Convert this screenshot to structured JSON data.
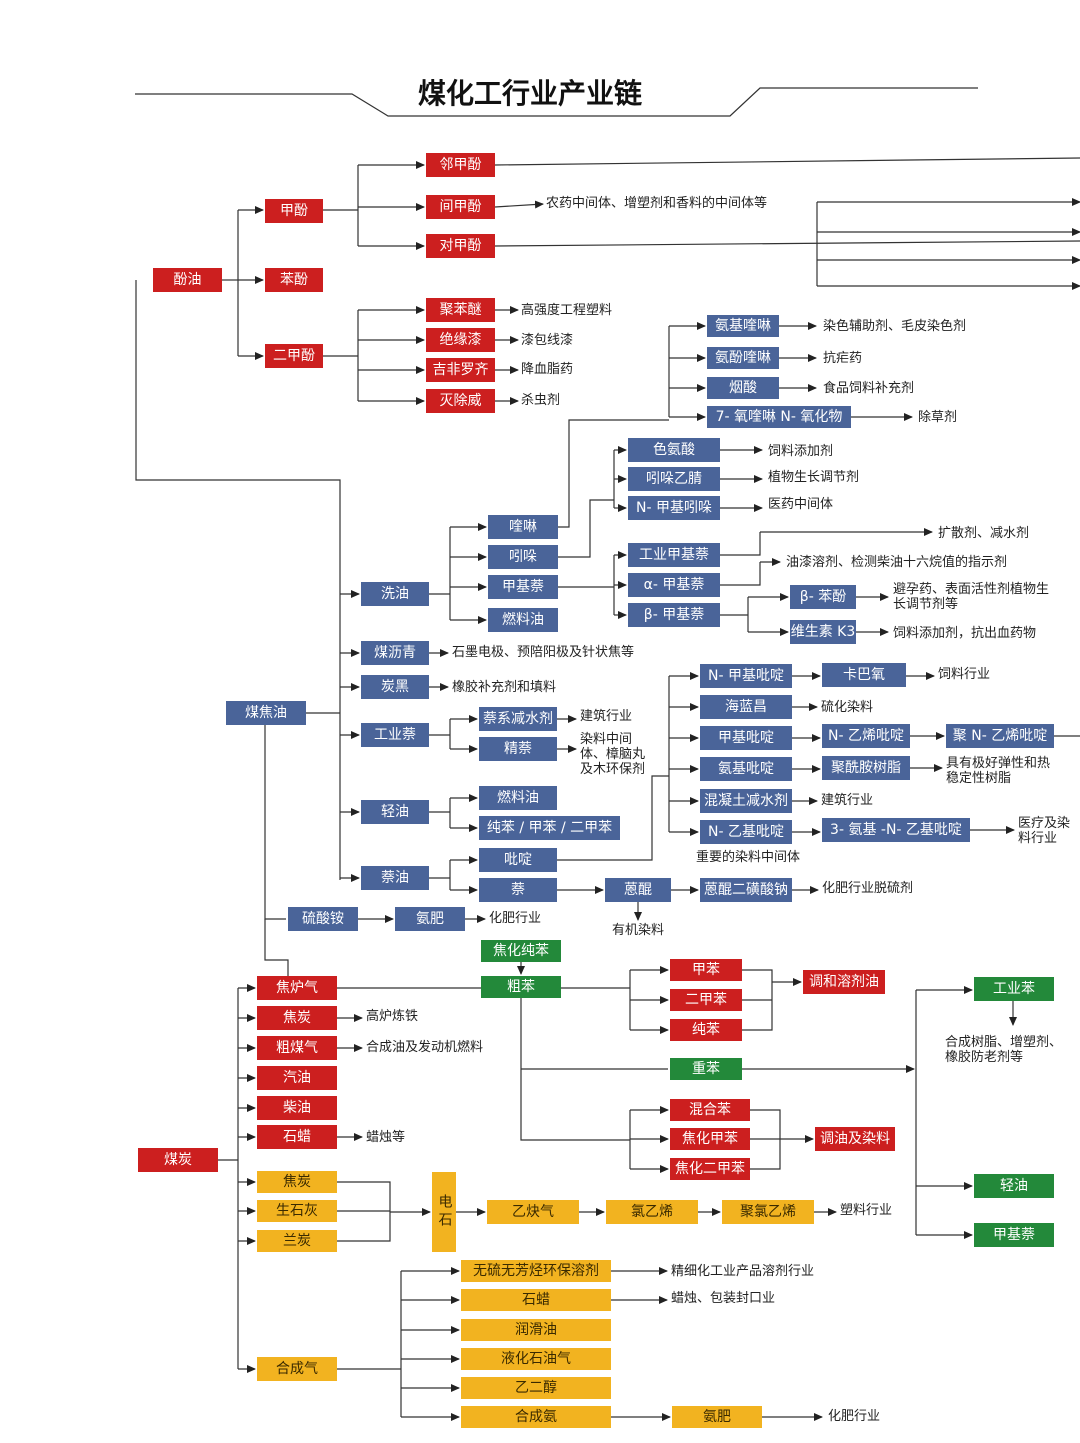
{
  "title": "煤化工行业产业链",
  "palette": {
    "red": "#cc1f1f",
    "blue": "#4a6499",
    "green": "#23893a",
    "yellow": "#f2b320"
  },
  "nodes": {
    "fenyou": "酚油",
    "jiafen": "甲酚",
    "benfen": "苯酚",
    "erjiafen": "二甲酚",
    "linjiafen": "邻甲酚",
    "jianjiafen": "间甲酚",
    "duijiafen": "对甲酚",
    "jubenmi": "聚苯醚",
    "jueyuanqi": "绝缘漆",
    "jifeiluoqi": "吉非罗齐",
    "miechuwei": "灭除威",
    "anjizuolin": "氨基喹啉",
    "anfenzuolin": "氨酚喹啉",
    "yansuan": "烟酸",
    "yangzuolin": "7- 氧喹啉 N- 氧化物",
    "seansuan": "色氨酸",
    "yinduoyijing": "吲哚乙腈",
    "njiyinduo": "N- 甲基吲哚",
    "zuolin": "喹啉",
    "yinduo": "吲哚",
    "jijinai": "甲基萘",
    "ranliaoyou": "燃料油",
    "gongyejijinai": "工业甲基萘",
    "alphajinai": "α- 甲基萘",
    "betajinai": "β- 甲基萘",
    "betanaifen": "β- 苯酚",
    "weishengsu": "维生素 K3",
    "xiyou": "洗油",
    "meiliqing": "煤沥青",
    "tanhei": "炭黑",
    "gongyenai": "工业萘",
    "qingyou": "轻油",
    "naiyou": "萘油",
    "meijiaoyou": "煤焦油",
    "naixijianshui": "萘系减水剂",
    "jingnai": "精萘",
    "ranliaoyou2": "燃料油",
    "chunben": "纯苯 / 甲苯 / 二甲苯",
    "biding": "吡啶",
    "nai": "萘",
    "nkui": "蒽醌",
    "nkuierhuang": "蒽醌二磺酸钠",
    "njibiding": "N- 甲基吡啶",
    "kaba": "卡巴氧",
    "hailanchang": "海蓝昌",
    "jibiding": "甲基吡啶",
    "nyixibiding": "N- 乙烯吡啶",
    "junyixibiding": "聚 N- 乙烯吡啶",
    "anjibiding": "氨基吡啶",
    "juxianan": "聚酰胺树脂",
    "hunningtu": "混凝土减水剂",
    "nyijibiding": "N- 乙基吡啶",
    "sananji": "3- 氨基 -N- 乙基吡啶",
    "liusuanan": "硫酸铵",
    "anfei": "氨肥",
    "jiaohuachunben": "焦化纯苯",
    "cuben": "粗苯",
    "jiaolu": "焦炉气",
    "jiaotan": "焦炭",
    "cumeiqi": "粗煤气",
    "qiyou": "汽油",
    "chaiyou": "柴油",
    "shila": "石蜡",
    "meitan": "煤炭",
    "jiaotan2": "焦炭",
    "shenghui": "生石灰",
    "lantan": "兰炭",
    "hechengqi": "合成气",
    "jiaben": "甲苯",
    "erjiaben": "二甲苯",
    "chunben2": "纯苯",
    "tiaohe": "调和溶剂油",
    "zhongben": "重苯",
    "hunheben": "混合苯",
    "jiaohuajiaben": "焦化甲苯",
    "jiaohuaerjiaben": "焦化二甲苯",
    "tiaoyou": "调油及染料",
    "gongyeben": "工业苯",
    "qingyou2": "轻油",
    "jijinai2": "甲基萘",
    "dianshi": "电石",
    "yiqueqi": "乙炔气",
    "lvyixi": "氯乙烯",
    "julvyixi": "聚氯乙烯",
    "wuliu": "无硫无芳烃环保溶剂",
    "shila2": "石蜡",
    "runhuayou": "润滑油",
    "yehua": "液化石油气",
    "yierchun": "乙二醇",
    "hechengan": "合成氨",
    "anfei2": "氨肥"
  },
  "labels": {
    "jianjiafen_use": "农药中间体、增塑剂和香料的中间体等",
    "jubenmi_use": "高强度工程塑料",
    "jueyuanqi_use": "漆包线漆",
    "jifei_use": "降血脂药",
    "miechu_use": "杀虫剂",
    "anjizuolin_use": "染色辅助剂、毛皮染色剂",
    "anfenzuolin_use": "抗疟药",
    "yansuan_use": "食品饲料补充剂",
    "yangzuolin_use": "除草剂",
    "seansuan_use": "饲料添加剂",
    "yinduoyijing_use": "植物生长调节剂",
    "njiyinduo_use": "医药中间体",
    "kuosan": "扩散剂、减水剂",
    "youqi": "油漆溶剂、检测柴油十六烷值的指示剂",
    "betanaifen_use": "避孕药、表面活性剂植物生长调节剂等",
    "weisheng_use": "饲料添加剂，抗出血药物",
    "meiliqing_use": "石墨电极、预陪阳极及针状焦等",
    "tanhei_use": "橡胶补充剂和填料",
    "naixi_use": "建筑行业",
    "jingnai_use": "染料中间体、樟脑丸及木环保剂",
    "kaba_use": "饲料行业",
    "hailan_use": "硫化染料",
    "junyixi_use": "具有极好弹性和热稳定性树脂",
    "hunningtu_use": "建筑行业",
    "sananji_use": "医疗及染料行业",
    "ranliao_mid": "重要的染料中间体",
    "nkuierhuang_use": "化肥行业脱硫剂",
    "youji": "有机染料",
    "anfei_use": "化肥行业",
    "jiaotan_use": "高炉炼铁",
    "cumeiqi_use": "合成油及发动机燃料",
    "shila_use": "蜡烛等",
    "gongyeben_use": "合成树脂、增塑剂、橡胶防老剂等",
    "julvyixi_use": "塑料行业",
    "wuliu_use": "精细化工业产品溶剂行业",
    "shila2_use": "蜡烛、包装封口业",
    "anfei2_use": "化肥行业"
  }
}
